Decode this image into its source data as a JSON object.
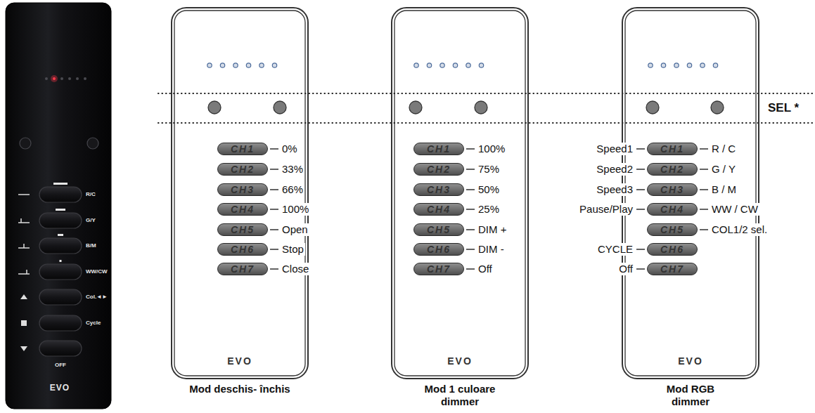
{
  "diagram": {
    "nodes": [
      {
        "text": [
          "R/C",
          "G/Y",
          "B/M",
          "WW/CW",
          "Col.◄►",
          "Cycle",
          "OFF",
          "EVO"
        ]
      },
      {
        "text": [
          "EVO"
        ]
      },
      {
        "text": [
          "CH1"
        ],
        "in": 1
      },
      {
        "text": [
          "CH2"
        ],
        "in": 1
      },
      {
        "text": [
          "CH3"
        ],
        "in": 1
      },
      {
        "text": [
          "CH4"
        ],
        "in": 1
      },
      {
        "text": [
          "CH5"
        ],
        "in": 1
      },
      {
        "text": [
          "CH6"
        ],
        "in": 1
      },
      {
        "text": [
          "CH7"
        ],
        "in": 1
      },
      {
        "text": [
          "EVO"
        ]
      },
      {
        "text": [
          "CH1"
        ],
        "in": 9
      },
      {
        "text": [
          "CH2"
        ],
        "in": 9
      },
      {
        "text": [
          "CH3"
        ],
        "in": 9
      },
      {
        "text": [
          "CH4"
        ],
        "in": 9
      },
      {
        "text": [
          "CH5"
        ],
        "in": 9
      },
      {
        "text": [
          "CH6"
        ],
        "in": 9
      },
      {
        "text": [
          "CH7"
        ],
        "in": 9
      },
      {
        "text": [
          "EVO"
        ]
      },
      {
        "text": [
          "CH1"
        ],
        "in": 17
      },
      {
        "text": [
          "CH2"
        ],
        "in": 17
      },
      {
        "text": [
          "CH3"
        ],
        "in": 17
      },
      {
        "text": [
          "CH4"
        ],
        "in": 17
      },
      {
        "text": [
          "CH5"
        ],
        "in": 17
      },
      {
        "text": [
          "CH6"
        ],
        "in": 17
      },
      {
        "text": [
          "CH7"
        ],
        "in": 17
      }
    ],
    "labels": [
      "0%",
      "33%",
      "66%",
      "100%",
      "Open",
      "Stop",
      "Close",
      "100%",
      "75%",
      "50%",
      "25%",
      "DIM +",
      "DIM -",
      "Off",
      "Speed1",
      "R / C",
      "Speed2",
      "G / Y",
      "Speed3",
      "B / M",
      "Pause/Play",
      "WW / CW",
      "COL1/2 sel.",
      "CYCLE",
      "Off",
      "SEL *",
      "Mod deschis- închis",
      "Mod 1 culoare dimmer",
      "Mod RGB dimmer"
    ]
  }
}
